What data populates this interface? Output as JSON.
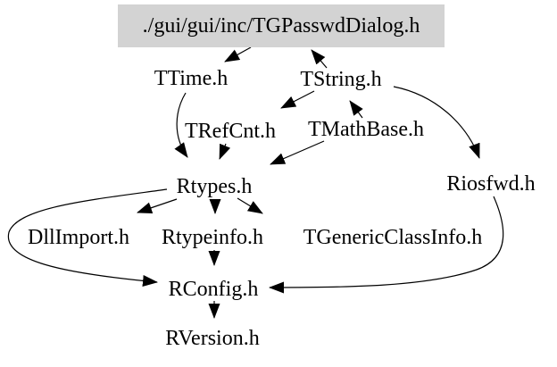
{
  "nodes": {
    "root": {
      "label": "./gui/gui/inc/TGPasswdDialog.h"
    },
    "ttime": {
      "label": "TTime.h"
    },
    "tstring": {
      "label": "TString.h"
    },
    "trefcnt": {
      "label": "TRefCnt.h"
    },
    "tmathbase": {
      "label": "TMathBase.h"
    },
    "rtypes": {
      "label": "Rtypes.h"
    },
    "riosfwd": {
      "label": "Riosfwd.h"
    },
    "dllimport": {
      "label": "DllImport.h"
    },
    "rtypeinfo": {
      "label": "Rtypeinfo.h"
    },
    "tgenericclassinfo": {
      "label": "TGenericClassInfo.h"
    },
    "rconfig": {
      "label": "RConfig.h"
    },
    "rversion": {
      "label": "RVersion.h"
    }
  },
  "edges": [
    {
      "from": "./gui/gui/inc/TGPasswdDialog.h",
      "to": "TTime.h"
    },
    {
      "from": "TString.h",
      "to": "./gui/gui/inc/TGPasswdDialog.h"
    },
    {
      "from": "TString.h",
      "to": "TRefCnt.h"
    },
    {
      "from": "TMathBase.h",
      "to": "TString.h"
    },
    {
      "from": "TString.h",
      "to": "Riosfwd.h"
    },
    {
      "from": "TTime.h",
      "to": "Rtypes.h"
    },
    {
      "from": "TRefCnt.h",
      "to": "Rtypes.h"
    },
    {
      "from": "TMathBase.h",
      "to": "Rtypes.h"
    },
    {
      "from": "Rtypes.h",
      "to": "DllImport.h"
    },
    {
      "from": "Rtypes.h",
      "to": "Rtypeinfo.h"
    },
    {
      "from": "Rtypes.h",
      "to": "TGenericClassInfo.h"
    },
    {
      "from": "Rtypes.h",
      "to": "RConfig.h"
    },
    {
      "from": "Rtypeinfo.h",
      "to": "RConfig.h"
    },
    {
      "from": "Riosfwd.h",
      "to": "RConfig.h"
    },
    {
      "from": "RConfig.h",
      "to": "RVersion.h"
    }
  ],
  "colors": {
    "root_background": "#d3d3d3",
    "edge": "#000000",
    "text": "#000000",
    "background": "#ffffff"
  }
}
